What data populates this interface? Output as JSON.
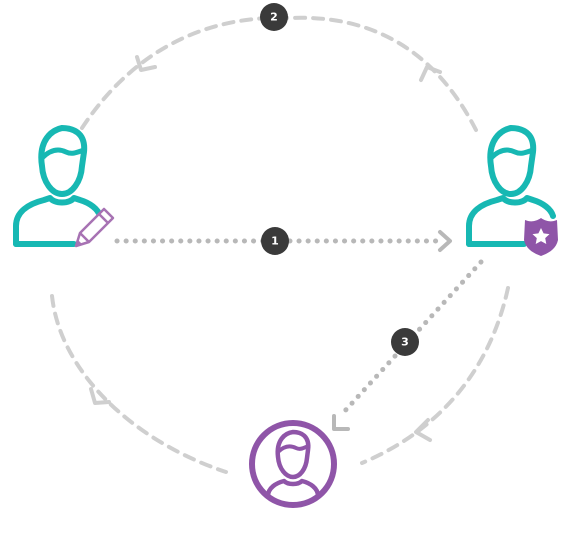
{
  "diagram": {
    "nodes": [
      {
        "id": "author",
        "icon": "user-with-pencil-icon",
        "color": "#17b8b3",
        "accent": "#a772b3"
      },
      {
        "id": "admin",
        "icon": "user-with-shield-star-icon",
        "color": "#17b8b3",
        "accent": "#8f55a8"
      },
      {
        "id": "recipient",
        "icon": "user-in-circle-icon",
        "color": "#8f55a8"
      }
    ],
    "steps": [
      {
        "label": "1",
        "from": "author",
        "to": "admin",
        "style": "dotted"
      },
      {
        "label": "2",
        "from": "admin",
        "to": "author",
        "style": "dashed"
      },
      {
        "label": "3",
        "from": "admin",
        "to": "recipient",
        "style": "dotted"
      }
    ],
    "colors": {
      "teal": "#17b8b3",
      "purple": "#8f55a8",
      "badge": "#3a3a3a",
      "arrow_dotted": "#b8b8b8",
      "arrow_dashed": "#cfcfcf"
    }
  }
}
